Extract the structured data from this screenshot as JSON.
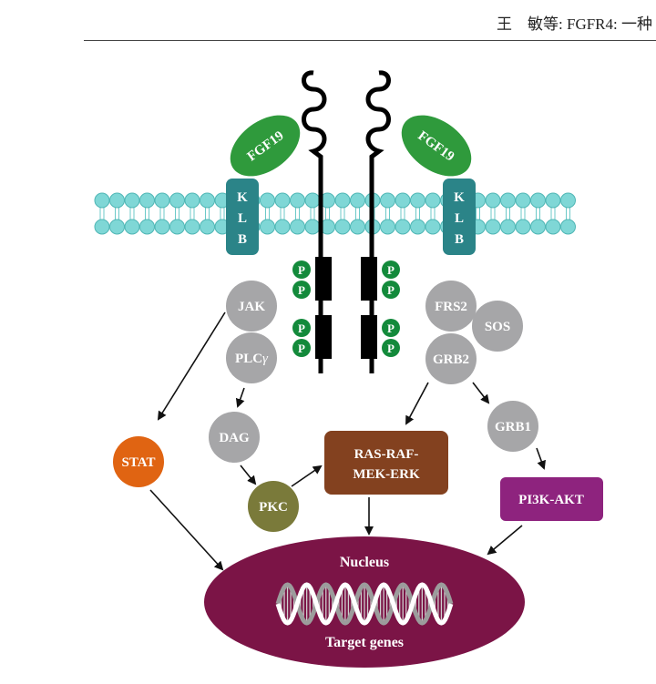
{
  "header": {
    "text": "王　敏等: FGFR4: 一种"
  },
  "diagram": {
    "ligand_left": "FGF19",
    "ligand_right": "FGF19",
    "klb_letters": [
      "K",
      "L",
      "B"
    ],
    "phospho": "P",
    "jak": "JAK",
    "plc": "PLC",
    "plc_gamma": "γ",
    "frs2": "FRS2",
    "sos": "SOS",
    "grb2": "GRB2",
    "dag": "DAG",
    "stat": "STAT",
    "pkc": "PKC",
    "ras_line1": "RAS-RAF-",
    "ras_line2": "MEK-ERK",
    "grb1": "GRB1",
    "pi3k": "PI3K-AKT",
    "nucleus": "Nucleus",
    "target_genes": "Target genes"
  },
  "colors": {
    "ligand_green": "#2f9a3c",
    "klb_teal": "#2b8488",
    "membrane_cyan": "#7fd7d6",
    "phospho_green": "#138a3b",
    "gray_node": "#a6a6a8",
    "stat_orange": "#e06412",
    "pkc_olive": "#7a7a3a",
    "ras_brown": "#83411f",
    "pi3k_purple": "#8e237e",
    "nucleus_maroon": "#7b1446"
  }
}
